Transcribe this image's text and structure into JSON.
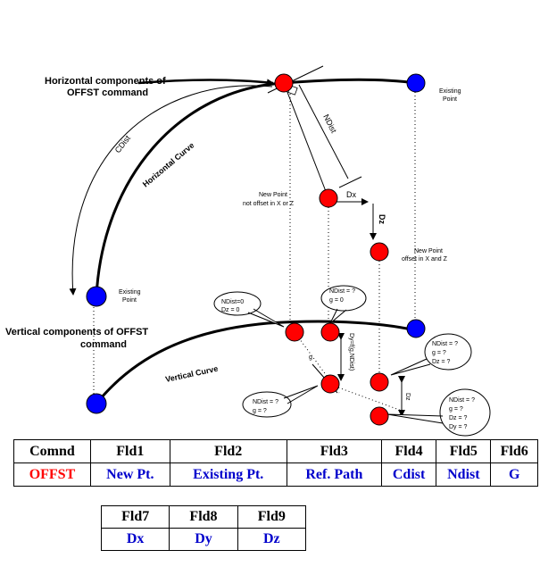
{
  "colors": {
    "red_point": "#ff0000",
    "blue_point": "#0000ff",
    "value_blue": "#0000cc",
    "value_red": "#ff0000"
  },
  "diagram": {
    "horizontal_title_line1": "Horizontal components of",
    "horizontal_title_line2": "OFFST command",
    "vertical_title_line1": "Vertical components of OFFST",
    "vertical_title_line2": "command",
    "cdist_label": "CDist",
    "horizontal_curve_label": "Horizontal Curve",
    "ndist_label": "NDist",
    "dx_label": "Dx",
    "dz_label": "Dz",
    "existing_point_top_line1": "Existing",
    "existing_point_top_line2": "Point",
    "existing_point_left_line1": "Existing",
    "existing_point_left_line2": "Point",
    "new_point_1_line1": "New Point",
    "new_point_1_line2": "not offset in X or Z",
    "new_point_2_line1": "New Point",
    "new_point_2_line2": "offset in X and Z",
    "vertical_curve_label": "Vertical Curve",
    "callout_a_line1": "NDist=0",
    "callout_a_line2": "Dz = 0",
    "callout_b_line1": "NDist = ?",
    "callout_b_line2": "g = 0",
    "callout_c_line1": "NDist = ?",
    "callout_c_line2": "g = ?",
    "callout_c_line3": "Dz = ?",
    "callout_d_line1": "NDist = ?",
    "callout_d_line2": "g = ?",
    "callout_e_line1": "NDist = ?",
    "callout_e_line2": "g = ?",
    "callout_e_line3": "Dz = ?",
    "callout_e_line4": "Dy = ?",
    "dy_formula": "Dy=f(g,NDist)",
    "g_label": "g",
    "dz_small_label": "Dz"
  },
  "table1": {
    "headers": [
      "Comnd",
      "Fld1",
      "Fld2",
      "Fld3",
      "Fld4",
      "Fld5",
      "Fld6"
    ],
    "values": [
      "OFFST",
      "New Pt.",
      "Existing Pt.",
      "Ref. Path",
      "Cdist",
      "Ndist",
      "G"
    ]
  },
  "table2": {
    "headers": [
      "Fld7",
      "Fld8",
      "Fld9"
    ],
    "values": [
      "Dx",
      "Dy",
      "Dz"
    ]
  }
}
